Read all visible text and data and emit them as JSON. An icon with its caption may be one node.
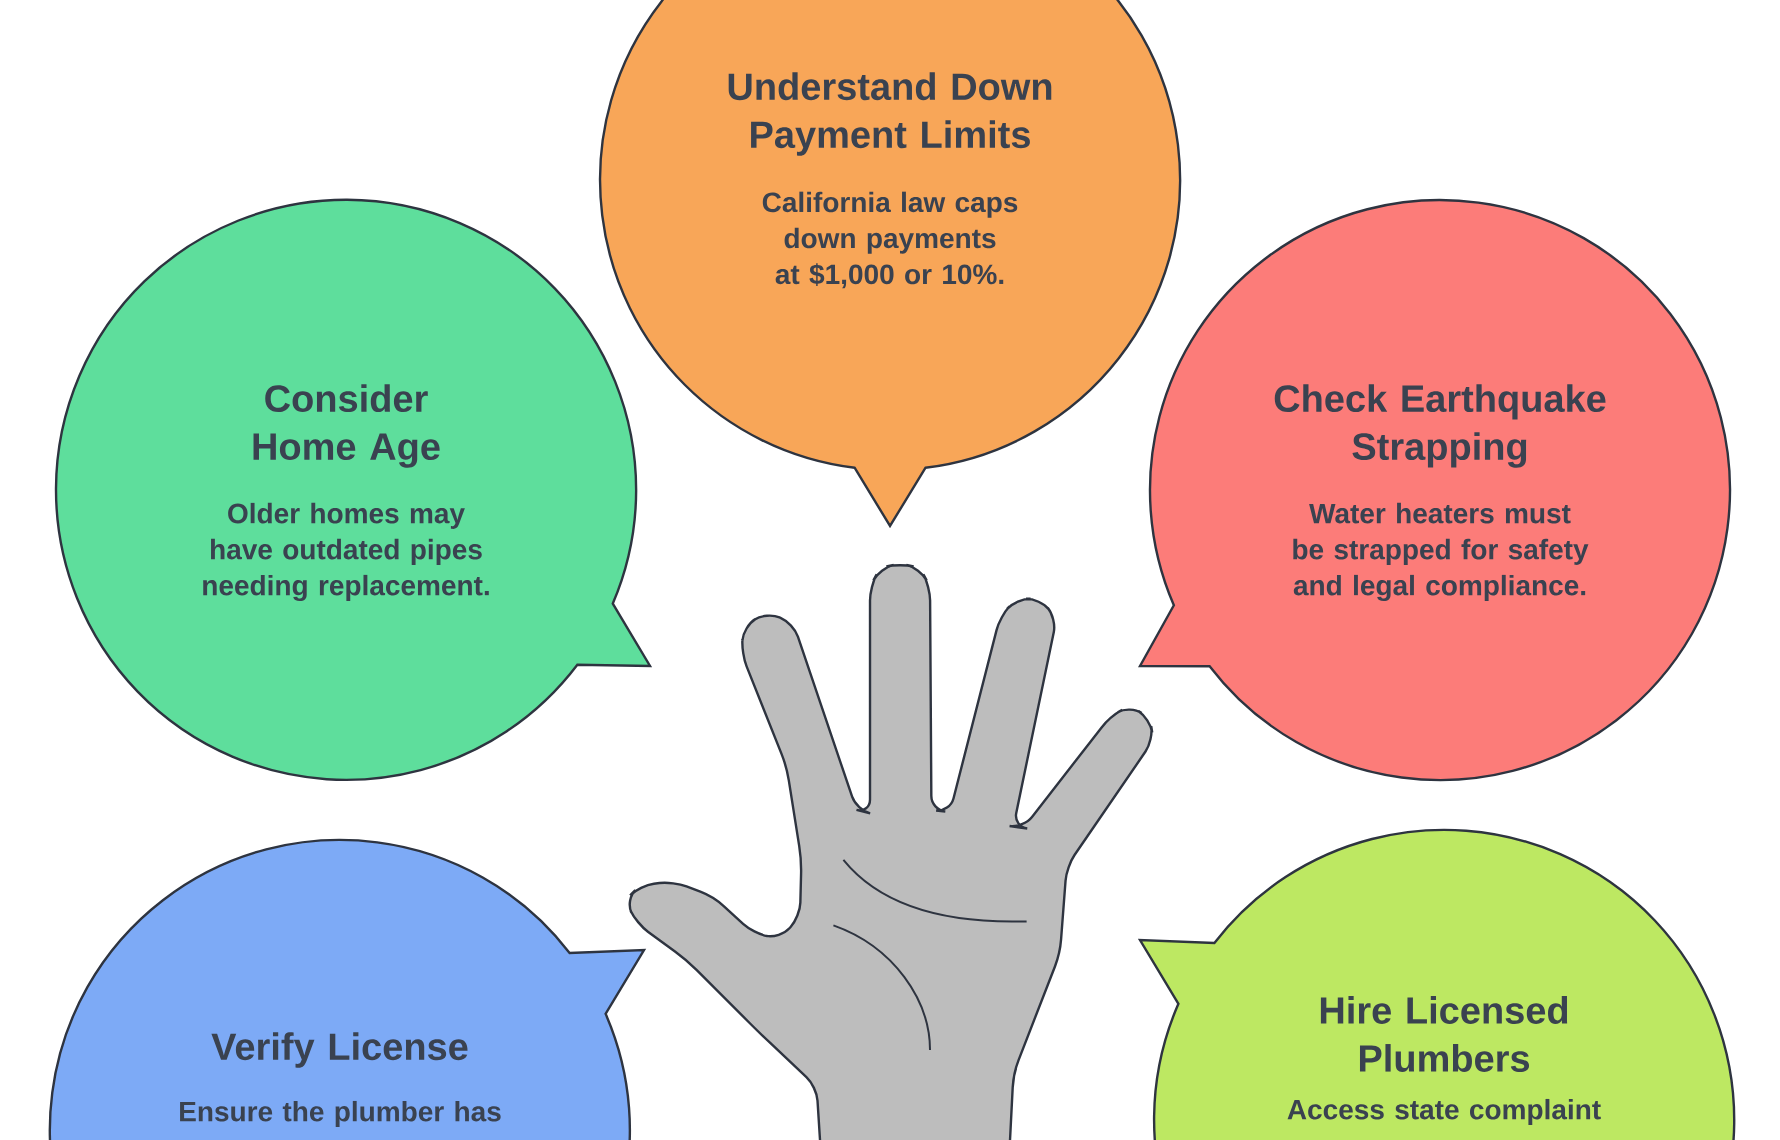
{
  "diagram": {
    "nodes": [
      {
        "text": [
          "Understand Down Payment Limits",
          "California law caps down payments at $1,000 or 10%."
        ]
      },
      {
        "text": [
          "Consider Home Age",
          "Older homes may have outdated pipes needing replacement."
        ]
      },
      {
        "text": [
          "Check Earthquake Strapping",
          "Water heaters must be strapped for safety and legal compliance."
        ]
      },
      {
        "text": [
          "Verify License",
          "Ensure the plumber has"
        ]
      },
      {
        "text": [
          "Hire Licensed Plumbers",
          "Access state complaint"
        ]
      }
    ]
  }
}
